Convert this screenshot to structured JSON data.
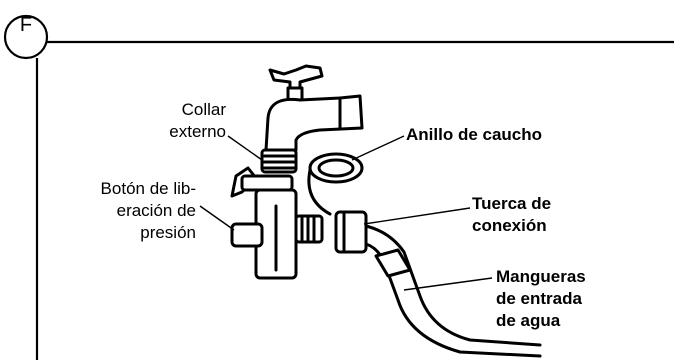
{
  "figure": {
    "badge": "F",
    "labels": {
      "outer_collar": [
        "Collar",
        "externo"
      ],
      "release_button": [
        "Botón de lib-",
        "eración de",
        "presión"
      ],
      "rubber_ring": [
        "Anillo de caucho"
      ],
      "connection_nut": [
        "Tuerca de",
        "conexión"
      ],
      "inlet_hoses": [
        "Mangueras",
        "de entrada",
        "de agua"
      ]
    }
  }
}
